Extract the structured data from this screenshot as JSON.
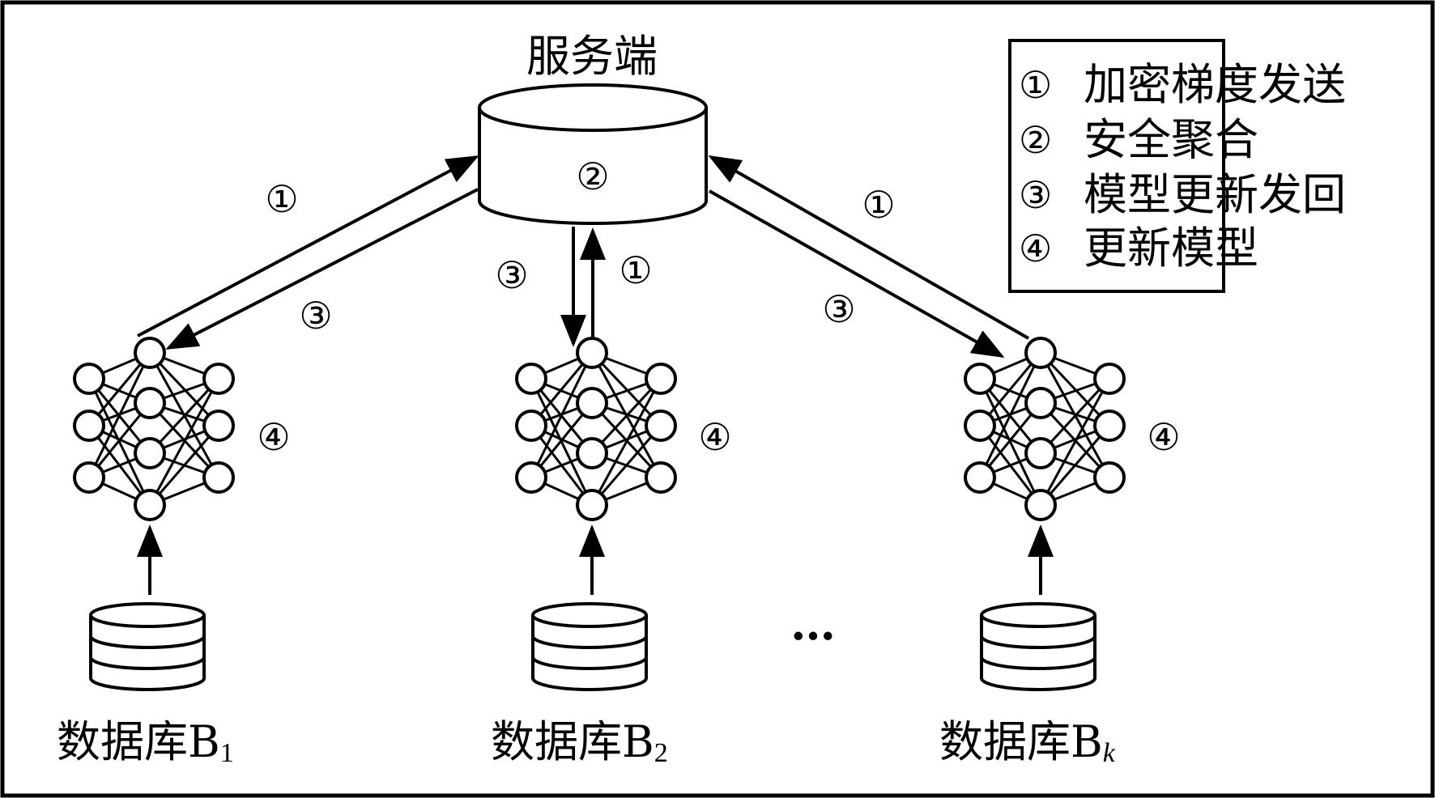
{
  "server": {
    "label": "服务端",
    "step": "②"
  },
  "legend": {
    "items": [
      {
        "num": "①",
        "text": "加密梯度发送"
      },
      {
        "num": "②",
        "text": "安全聚合"
      },
      {
        "num": "③",
        "text": "模型更新发回"
      },
      {
        "num": "④",
        "text": "更新模型"
      }
    ]
  },
  "clients": [
    {
      "db_label": "数据库B",
      "db_sub": "1",
      "send_step": "①",
      "return_step": "③",
      "update_step": "④"
    },
    {
      "db_label": "数据库B",
      "db_sub": "2",
      "send_step": "①",
      "return_step": "③",
      "update_step": "④"
    },
    {
      "db_label": "数据库B",
      "db_sub": "k",
      "send_step": "①",
      "return_step": "③",
      "update_step": "④"
    }
  ],
  "ellipsis": "…",
  "colors": {
    "stroke": "#000000",
    "fill": "#ffffff"
  }
}
